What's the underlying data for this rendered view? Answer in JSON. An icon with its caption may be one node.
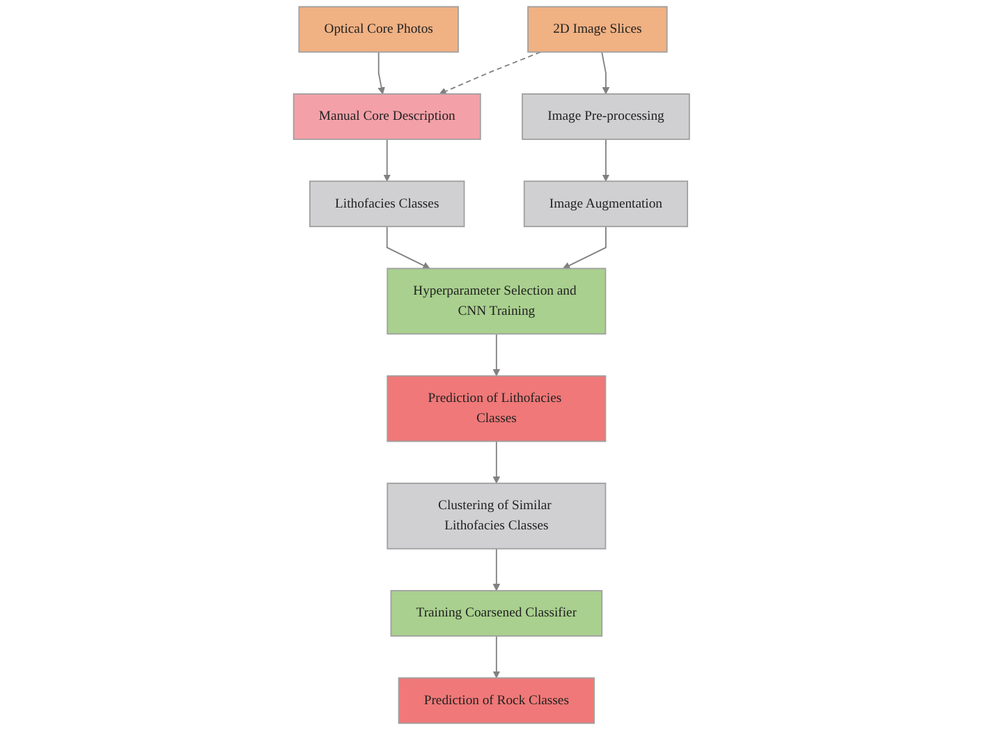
{
  "diagram": {
    "nodes": [
      {
        "text": [
          "Optical Core Photos"
        ]
      },
      {
        "text": [
          "2D Image Slices"
        ]
      },
      {
        "text": [
          "Manual Core Description"
        ]
      },
      {
        "text": [
          "Image Pre-processing"
        ]
      },
      {
        "text": [
          "Lithofacies Classes"
        ]
      },
      {
        "text": [
          "Image Augmentation"
        ]
      },
      {
        "text": [
          "Hyperparameter Selection and CNN Training"
        ]
      },
      {
        "text": [
          "Prediction of Lithofacies Classes"
        ]
      },
      {
        "text": [
          "Training Coarsened Classifier"
        ]
      },
      {
        "text": [
          "Clustering of Similar Lithofacies Classes"
        ]
      },
      {
        "text": [
          "Prediction of Rock Classes"
        ]
      }
    ],
    "edges": [
      {
        "from": 0,
        "to": 2,
        "arrow": "to"
      },
      {
        "from": 1,
        "to": 2,
        "arrow": "to",
        "style": "dashed"
      },
      {
        "from": 1,
        "to": 3,
        "arrow": "to"
      },
      {
        "from": 2,
        "to": 4,
        "arrow": "to"
      },
      {
        "from": 3,
        "to": 5,
        "arrow": "to"
      },
      {
        "from": 4,
        "to": 6,
        "arrow": "to"
      },
      {
        "from": 5,
        "to": 6,
        "arrow": "to"
      },
      {
        "from": 6,
        "to": 7,
        "arrow": "to"
      },
      {
        "from": 7,
        "to": 9,
        "arrow": "to"
      },
      {
        "from": 9,
        "to": 8,
        "arrow": "to"
      },
      {
        "from": 8,
        "to": 10,
        "arrow": "to"
      }
    ]
  }
}
